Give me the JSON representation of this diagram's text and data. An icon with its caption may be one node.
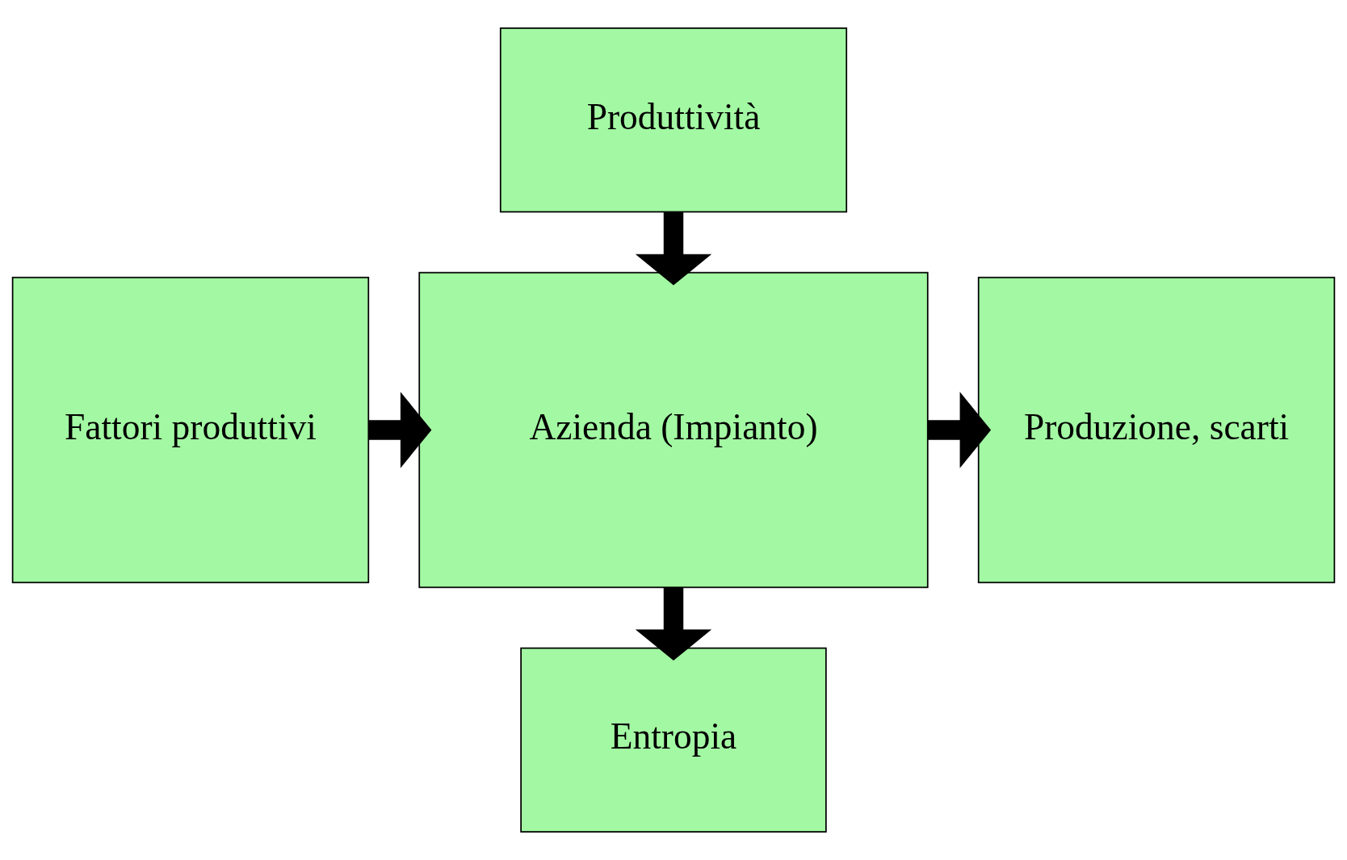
{
  "diagram": {
    "nodes": [
      {
        "text": [
          "Produttività"
        ]
      },
      {
        "text": [
          "Fattori produttivi"
        ]
      },
      {
        "text": [
          "Azienda (Impianto)"
        ]
      },
      {
        "text": [
          "Produzione, scarti"
        ]
      },
      {
        "text": [
          "Entropia"
        ]
      }
    ],
    "edges": [
      {
        "from": 0,
        "to": 2,
        "arrow": "to"
      },
      {
        "from": 1,
        "to": 2,
        "arrow": "to"
      },
      {
        "from": 2,
        "to": 3,
        "arrow": "to"
      },
      {
        "from": 2,
        "to": 4,
        "arrow": "to"
      }
    ]
  }
}
